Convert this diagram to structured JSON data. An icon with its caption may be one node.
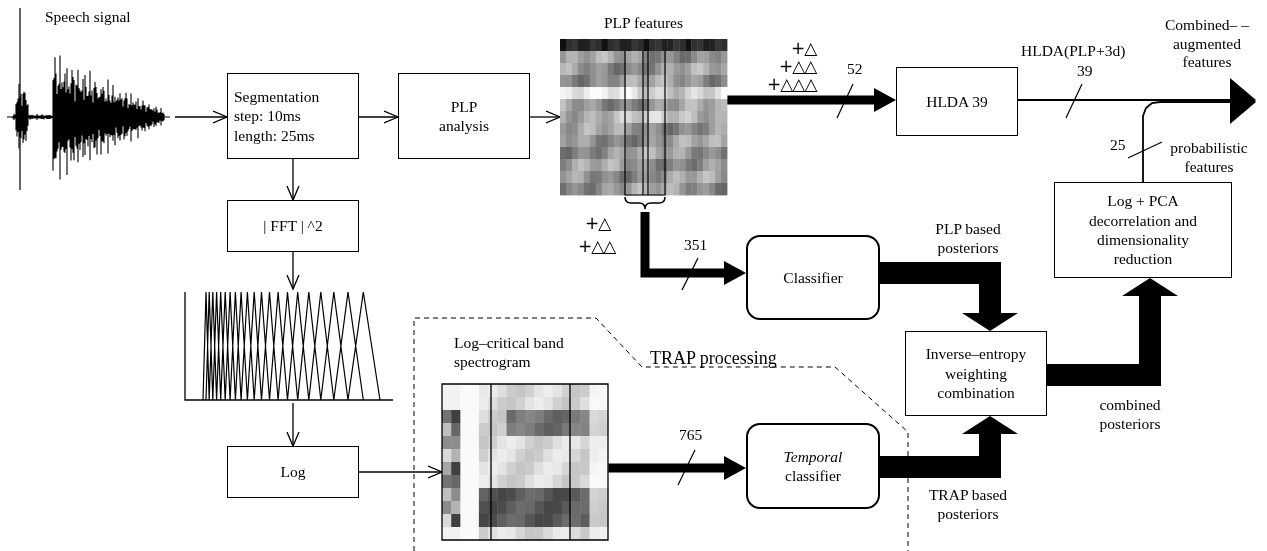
{
  "diagram": {
    "nodes": [
      {
        "text": [
          "Speech signal"
        ]
      },
      {
        "text": [
          "Segmentation step: 10ms length: 25ms"
        ]
      },
      {
        "text": [
          "PLP analysis"
        ]
      },
      {
        "text": [
          "PLP features"
        ]
      },
      {
        "text": [
          "HLDA 39"
        ]
      },
      {
        "text": [
          "| FFT | ^2"
        ]
      },
      {
        "text": [
          "Log + PCA decorrelation and dimensionality reduction"
        ]
      },
      {
        "text": [
          "Classifier"
        ]
      },
      {
        "text": [],
        "shape": "picture"
      },
      {
        "text": [
          "Inverse–entropy weighting combination"
        ]
      },
      {
        "text": [
          "TRAP processing"
        ]
      },
      {
        "text": [
          "Log–critical band spectrogram"
        ],
        "in": 10
      },
      {
        "text": [
          "*Temporal* classifier"
        ],
        "in": 10
      },
      {
        "text": [
          "Log"
        ]
      }
    ],
    "edges": [
      {
        "from": 0,
        "to": 1,
        "arrow": "to"
      },
      {
        "from": 1,
        "to": 2,
        "arrow": "to"
      },
      {
        "from": 2,
        "to": 3,
        "arrow": "to"
      },
      {
        "from": 3,
        "to": 4,
        "arrow": "to",
        "label": "52",
        "style": "thick"
      },
      {
        "from": 4,
        "to": null,
        "arrow": "to",
        "label": "39"
      },
      {
        "from": 6,
        "to": null,
        "arrow": "to",
        "label": "25"
      },
      {
        "from": 1,
        "to": 5,
        "arrow": "to"
      },
      {
        "from": 5,
        "to": 8,
        "arrow": "to"
      },
      {
        "from": 8,
        "to": 13,
        "arrow": "to"
      },
      {
        "from": 13,
        "to": 11,
        "arrow": "to"
      },
      {
        "from": 3,
        "to": 7,
        "arrow": "to",
        "label": "351",
        "style": "thick"
      },
      {
        "from": 11,
        "to": 12,
        "arrow": "to",
        "label": "765",
        "style": "thick"
      },
      {
        "from": 7,
        "to": 9,
        "arrow": "to",
        "label": "PLP based posteriors",
        "style": "thick"
      },
      {
        "from": 12,
        "to": 9,
        "arrow": "to",
        "label": "TRAP based posteriors",
        "style": "thick"
      },
      {
        "from": 9,
        "to": 6,
        "arrow": "to",
        "label": "combined posteriors",
        "style": "thick"
      }
    ],
    "labels": [
      "Combined– –augmented features",
      "HLDA(PLP+3d)",
      "+△",
      "+△△",
      "+△△△",
      "probabilistic features",
      "+△",
      "+△△"
    ]
  }
}
